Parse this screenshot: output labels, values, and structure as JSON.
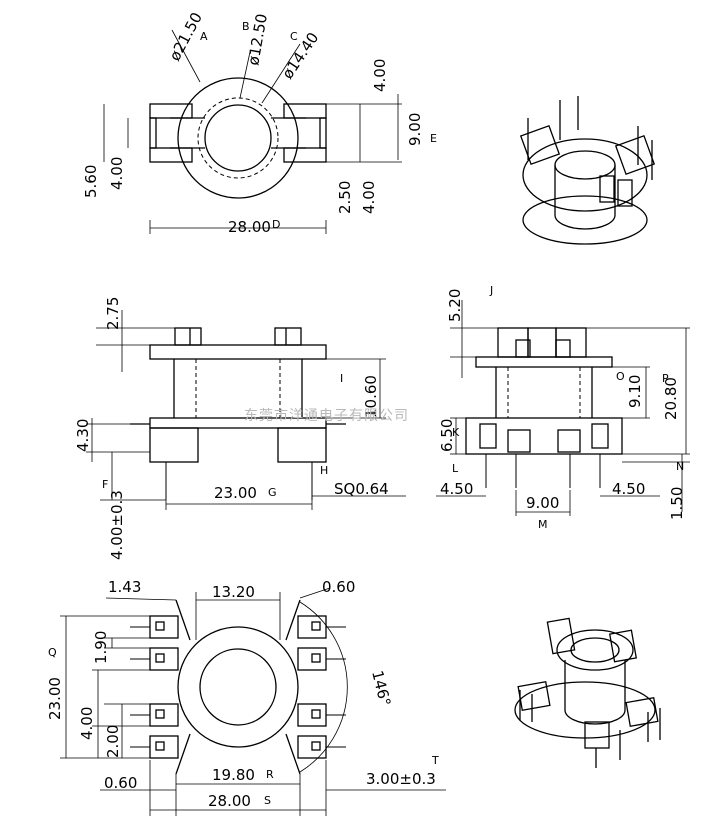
{
  "watermark": "东莞市洋通电子有限公司",
  "top_view": {
    "dia_a": "ø21.50",
    "dia_b": "ø12.50",
    "dia_c": "ø14.40",
    "mark_a": "A",
    "mark_b": "B",
    "mark_c": "C",
    "dim_4_00_top": "4.00",
    "dim_9_00": "9.00",
    "mark_e": "E",
    "dim_5_60": "5.60",
    "dim_4_00_left": "4.00",
    "dim_2_50": "2.50",
    "dim_4_00_right": "4.00",
    "dim_28_00": "28.00",
    "mark_d": "D"
  },
  "front_view": {
    "dim_2_75": "2.75",
    "dim_10_60": "10.60",
    "mark_i": "I",
    "dim_4_30": "4.30",
    "dim_4_00_03": "4.00±0.3",
    "mark_f": "F",
    "dim_23_00": "23.00",
    "mark_g": "G",
    "dim_sq": "SQ0.64",
    "mark_h": "H"
  },
  "side_view": {
    "dim_5_20": "5.20",
    "mark_j": "J",
    "dim_9_10": "9.10",
    "mark_o": "O",
    "dim_20_80": "20.80",
    "mark_p": "P",
    "dim_6_50": "6.50",
    "mark_k": "K",
    "mark_l": "L",
    "mark_n": "N",
    "dim_4_50_left": "4.50",
    "dim_9_00": "9.00",
    "dim_4_50_right": "4.50",
    "mark_m": "M",
    "dim_1_50": "1.50"
  },
  "bottom_view": {
    "dim_1_43": "1.43",
    "dim_13_20": "13.20",
    "dim_0_60_top": "0.60",
    "dim_1_90": "1.90",
    "dim_2_00": "2.00",
    "dim_23_00": "23.00",
    "mark_q": "Q",
    "dim_4_00": "4.00",
    "dim_146": "146°",
    "dim_0_60_bottom": "0.60",
    "dim_19_80": "19.80",
    "mark_r": "R",
    "dim_3_00_03": "3.00±0.3",
    "mark_t": "T",
    "dim_28_00": "28.00",
    "mark_s": "S"
  }
}
